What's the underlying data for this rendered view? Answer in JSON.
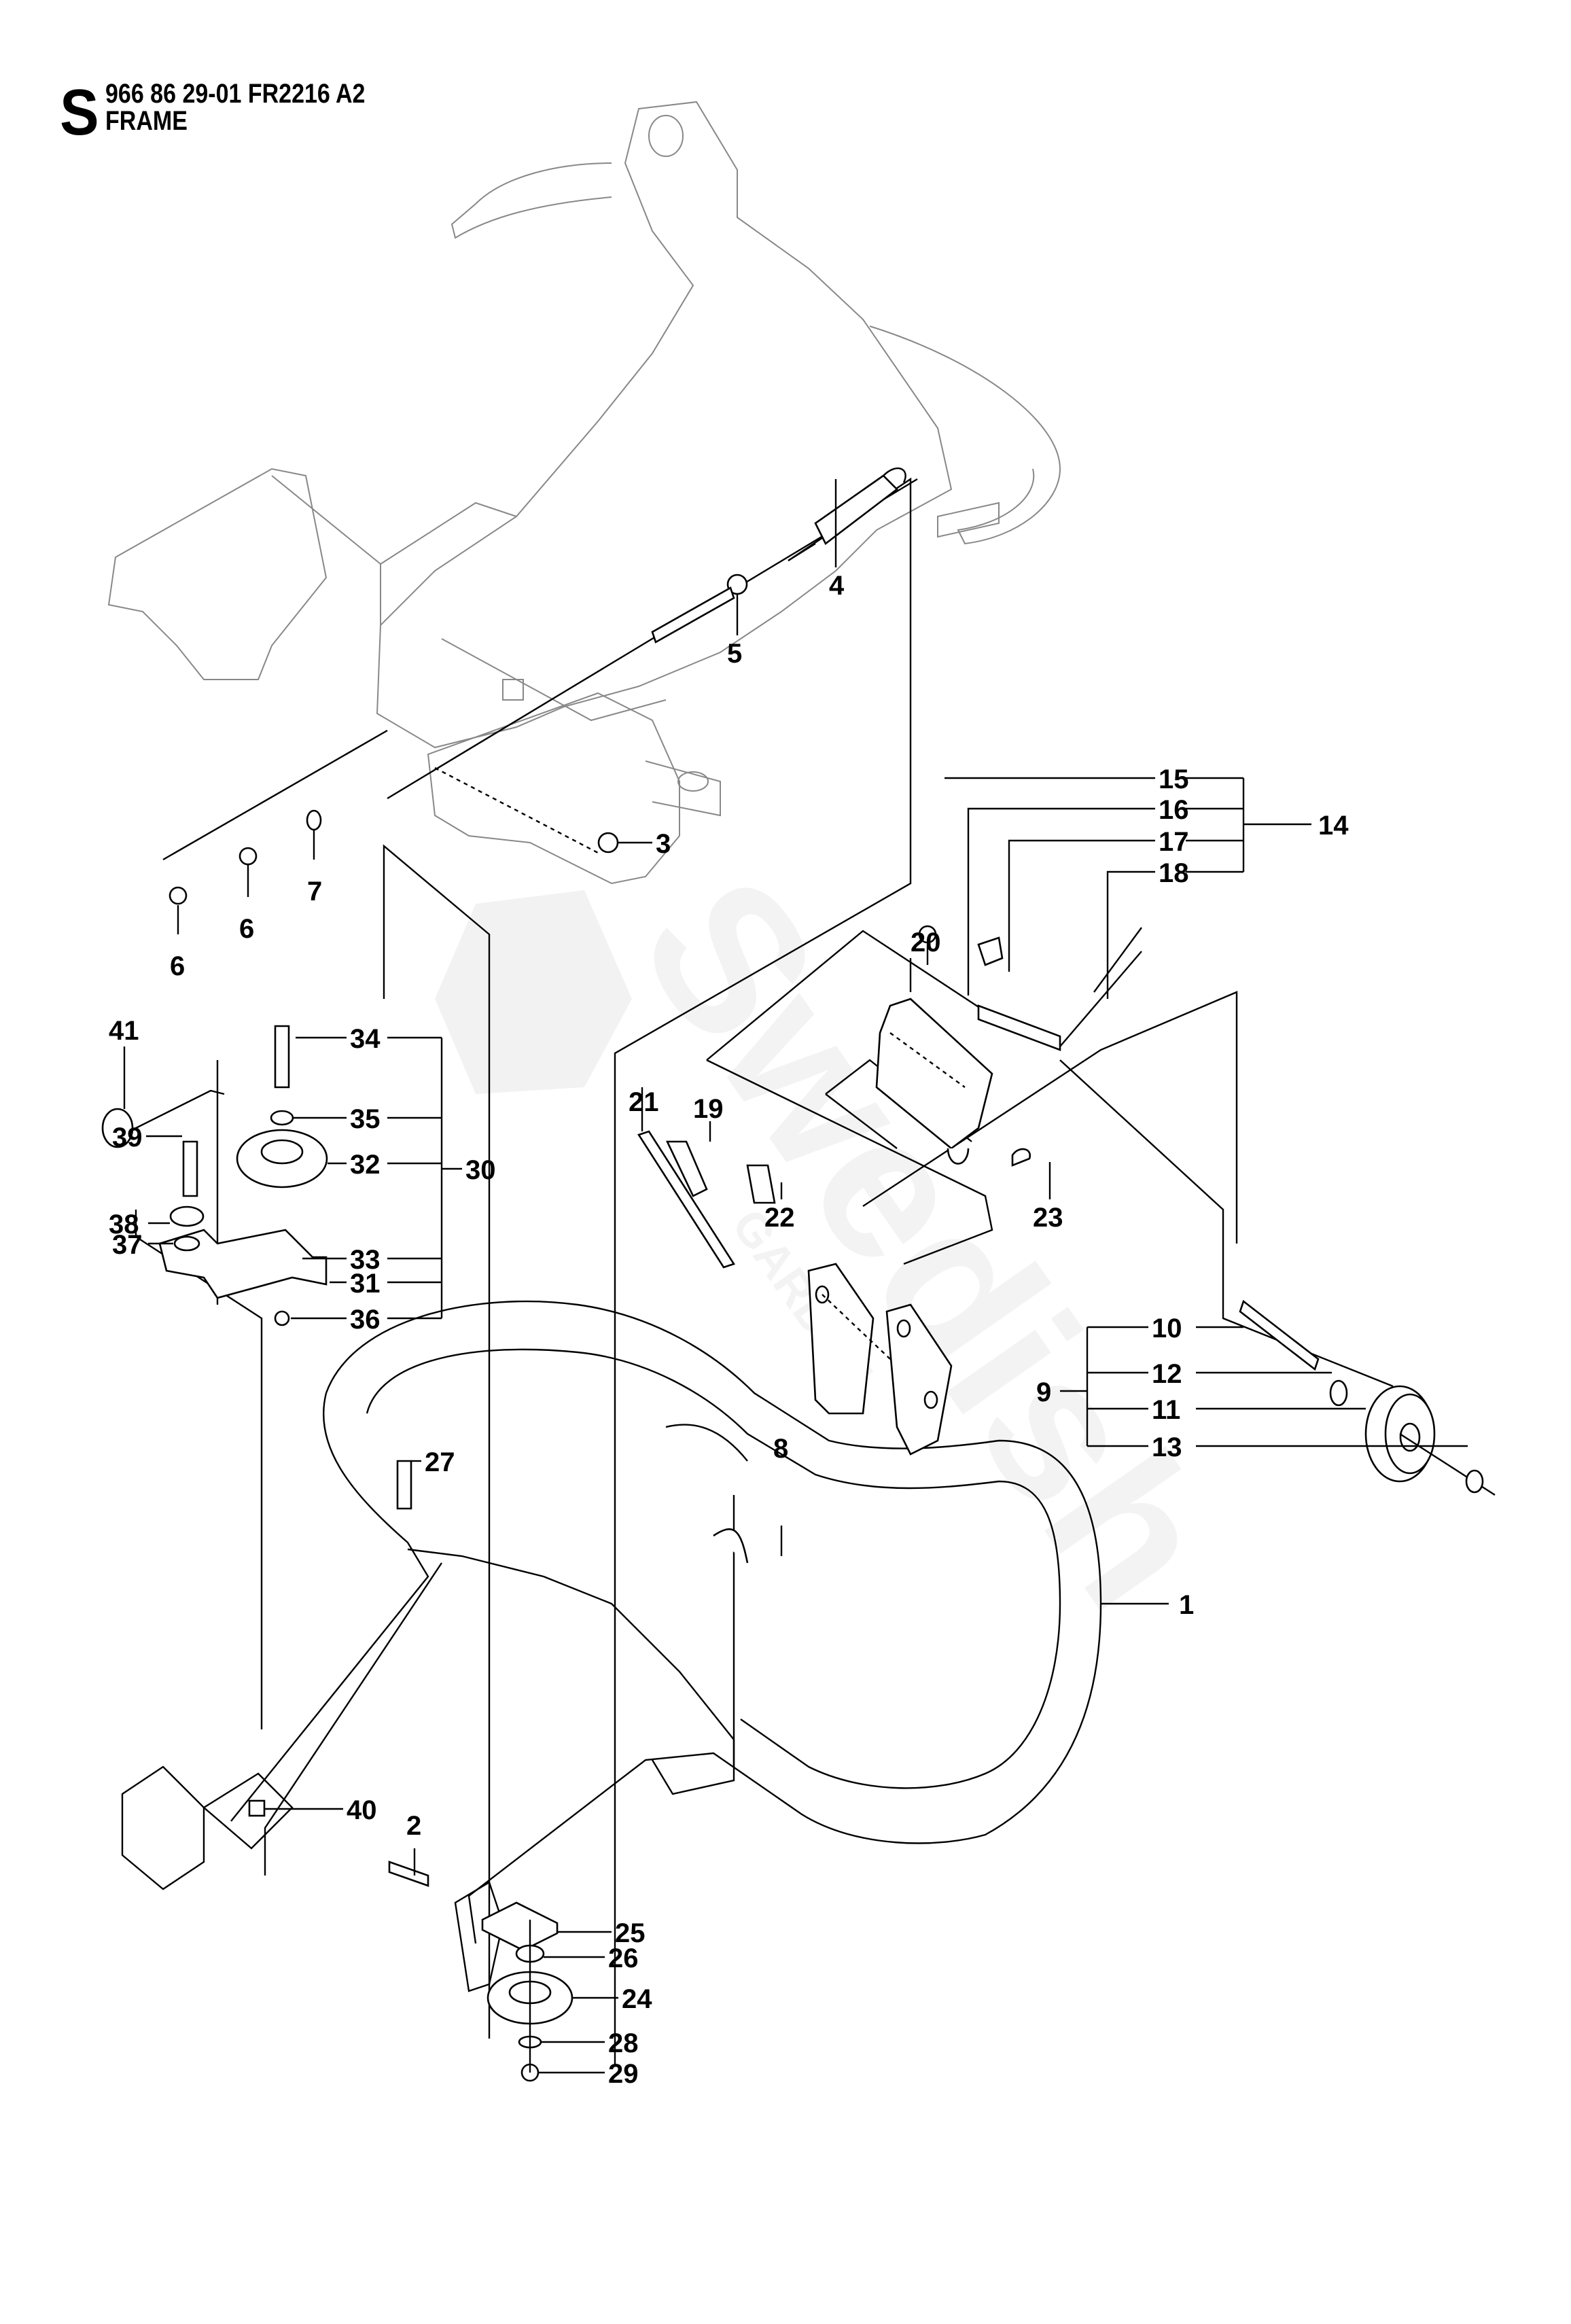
{
  "header": {
    "section_letter": "S",
    "part_code": "966 86 29-01 FR2216 A2",
    "title": "FRAME"
  },
  "watermark": {
    "brand": "Swedish",
    "sub": "GARDEN"
  },
  "callouts": {
    "p1": "1",
    "p2": "2",
    "p3": "3",
    "p4": "4",
    "p5": "5",
    "p6a": "6",
    "p6b": "6",
    "p7": "7",
    "p8": "8",
    "p9": "9",
    "p10": "10",
    "p11": "11",
    "p12": "12",
    "p13": "13",
    "p14": "14",
    "p15": "15",
    "p16": "16",
    "p17": "17",
    "p18": "18",
    "p19": "19",
    "p20": "20",
    "p21": "21",
    "p22": "22",
    "p23": "23",
    "p24": "24",
    "p25": "25",
    "p26": "26",
    "p27": "27",
    "p28": "28",
    "p29": "29",
    "p30": "30",
    "p31": "31",
    "p32": "32",
    "p33": "33",
    "p34": "34",
    "p35": "35",
    "p36": "36",
    "p37": "37",
    "p38": "38",
    "p39": "39",
    "p40": "40",
    "p41": "41"
  },
  "groups": {
    "assembly_14": [
      "15",
      "16",
      "17",
      "18"
    ],
    "assembly_9": [
      "10",
      "12",
      "11",
      "13"
    ],
    "assembly_30": [
      "34",
      "35",
      "32",
      "33",
      "31",
      "36"
    ]
  }
}
